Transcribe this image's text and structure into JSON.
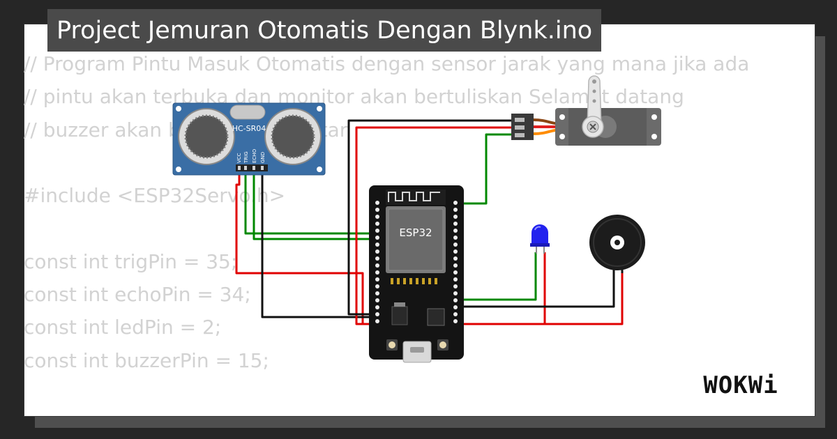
{
  "header": {
    "title": "Project Jemuran Otomatis Dengan Blynk.ino"
  },
  "code_preview": {
    "lines": [
      "// Program Pintu Masuk Otomatis dengan sensor jarak yang mana jika ada",
      "// pintu akan terbuka dan monitor akan bertuliskan Selamat datang",
      "// buzzer akan berbunyi sebentar",
      "",
      "#include <ESP32Servo.h>",
      "",
      "const int trigPin = 35;",
      "const int echoPin = 34;",
      "const int ledPin = 2;",
      "const int buzzerPin = 15;"
    ]
  },
  "diagram": {
    "ultrasonic": {
      "label": "HC-SR04",
      "pins": [
        "VCC",
        "TRIG",
        "ECHO",
        "GND"
      ]
    },
    "board": {
      "label": "ESP32"
    },
    "colors": {
      "wire_red": "#e00000",
      "wire_green": "#008800",
      "wire_black": "#111111",
      "sensor_blue": "#3a6ea5",
      "led_blue": "#2222ee",
      "servo_gray": "#6b6b6b",
      "servo_wire_brown": "#8b4513",
      "servo_wire_red": "#e02020",
      "servo_wire_orange": "#ff8c00"
    }
  },
  "brand": {
    "logo_text": "WOKWi"
  }
}
